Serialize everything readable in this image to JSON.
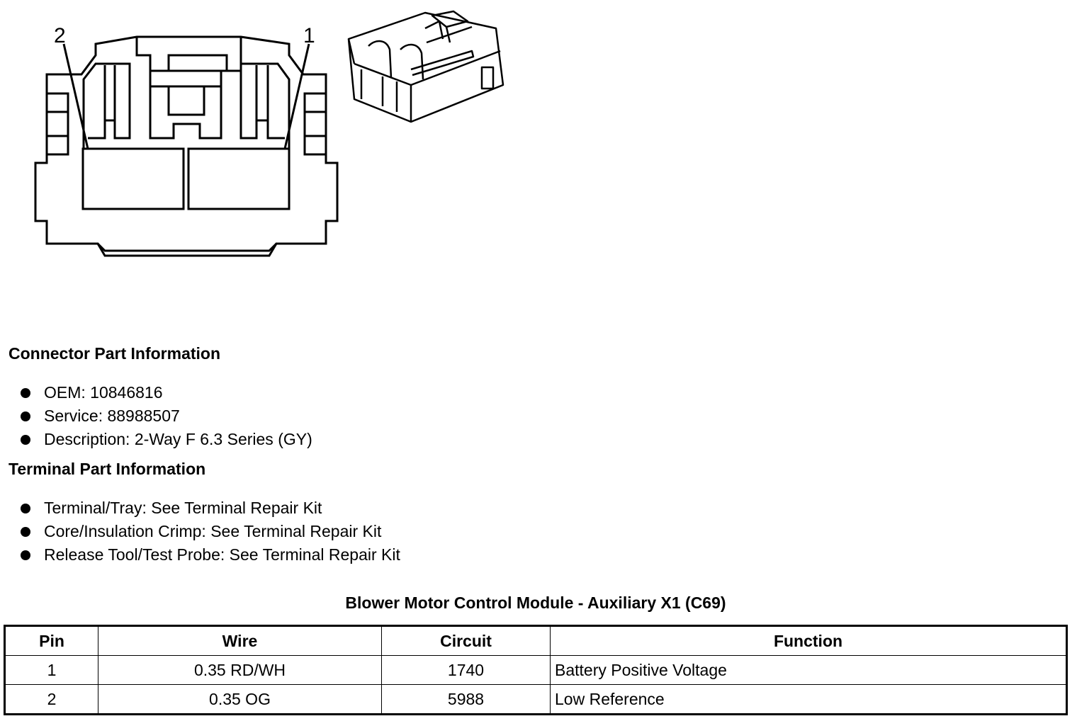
{
  "diagram": {
    "pin_labels": [
      "2",
      "1"
    ]
  },
  "connector_section": {
    "title": "Connector Part Information",
    "items": [
      "OEM: 10846816",
      "Service: 88988507",
      "Description: 2-Way F 6.3 Series (GY)"
    ]
  },
  "terminal_section": {
    "title": "Terminal Part Information",
    "items": [
      "Terminal/Tray: See Terminal Repair Kit",
      "Core/Insulation Crimp: See Terminal Repair Kit",
      "Release Tool/Test Probe: See Terminal Repair Kit"
    ]
  },
  "table": {
    "title": "Blower Motor Control Module - Auxiliary X1 (C69)",
    "headers": [
      "Pin",
      "Wire",
      "Circuit",
      "Function"
    ],
    "rows": [
      [
        "1",
        "0.35 RD/WH",
        "1740",
        "Battery Positive Voltage"
      ],
      [
        "2",
        "0.35 OG",
        "5988",
        "Low Reference"
      ]
    ]
  }
}
